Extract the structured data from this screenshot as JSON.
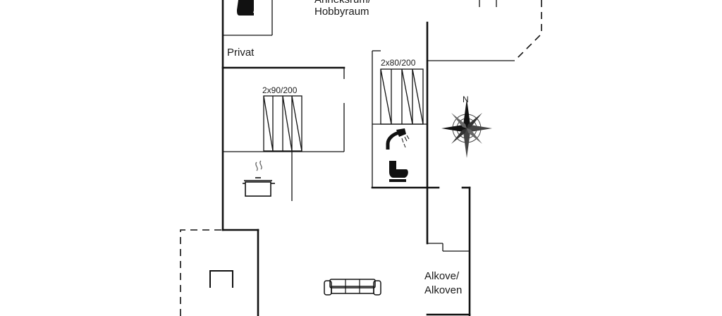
{
  "rooms": {
    "top_label_partial": "Anneksrum/",
    "hobbyroom": "Hobbyraum",
    "private": "Privat",
    "alcove_line1": "Alkove/",
    "alcove_line2": "Alkoven"
  },
  "beds": {
    "bed_left": "2x90/200",
    "bed_right": "2x80/200"
  },
  "compass": {
    "north": "N"
  },
  "icons": {
    "toilet_top": "toilet-icon",
    "toilet_bath": "toilet-icon",
    "shower": "shower-icon",
    "stove_pot": "cooking-pot-icon",
    "sofa": "sofa-icon",
    "fireplace": "fireplace-icon",
    "compass_rose": "compass-rose-icon"
  }
}
